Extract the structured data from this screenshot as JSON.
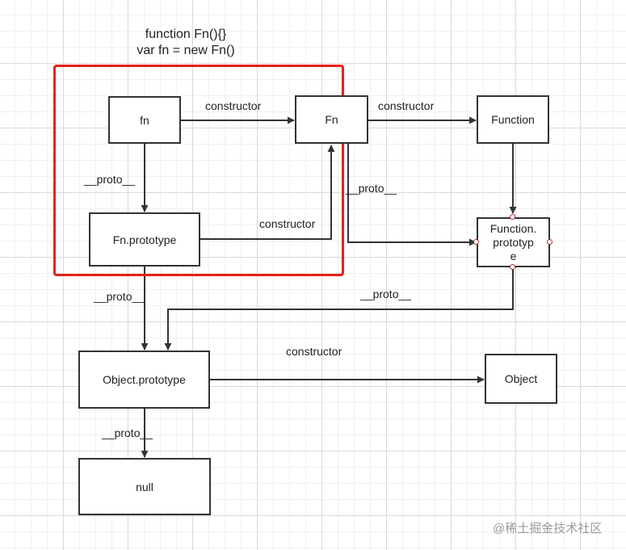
{
  "code_lines": [
    "function Fn(){}",
    "var fn = new Fn()"
  ],
  "nodes": {
    "fn": "fn",
    "Fn": "Fn",
    "Function": "Function",
    "Fn_prototype": "Fn.prototype",
    "Function_prototype_lines": [
      "Function.",
      "prototyp",
      "e"
    ],
    "Object_prototype": "Object.prototype",
    "Object": "Object",
    "null": "null"
  },
  "edges": {
    "fn_to_Fn": "constructor",
    "Fn_to_Function": "constructor",
    "fn_proto": "__proto__",
    "Fn_proto": "__proto__",
    "Fnproto_to_Fn": "constructor",
    "Fnproto_proto": "__proto__",
    "Functionproto_proto": "__proto__",
    "Objectproto_to_Object": "constructor",
    "Objectproto_proto": "__proto__"
  },
  "watermark": "@稀土掘金技术社区",
  "colors": {
    "highlight": "#e8201a",
    "line": "#333333"
  }
}
